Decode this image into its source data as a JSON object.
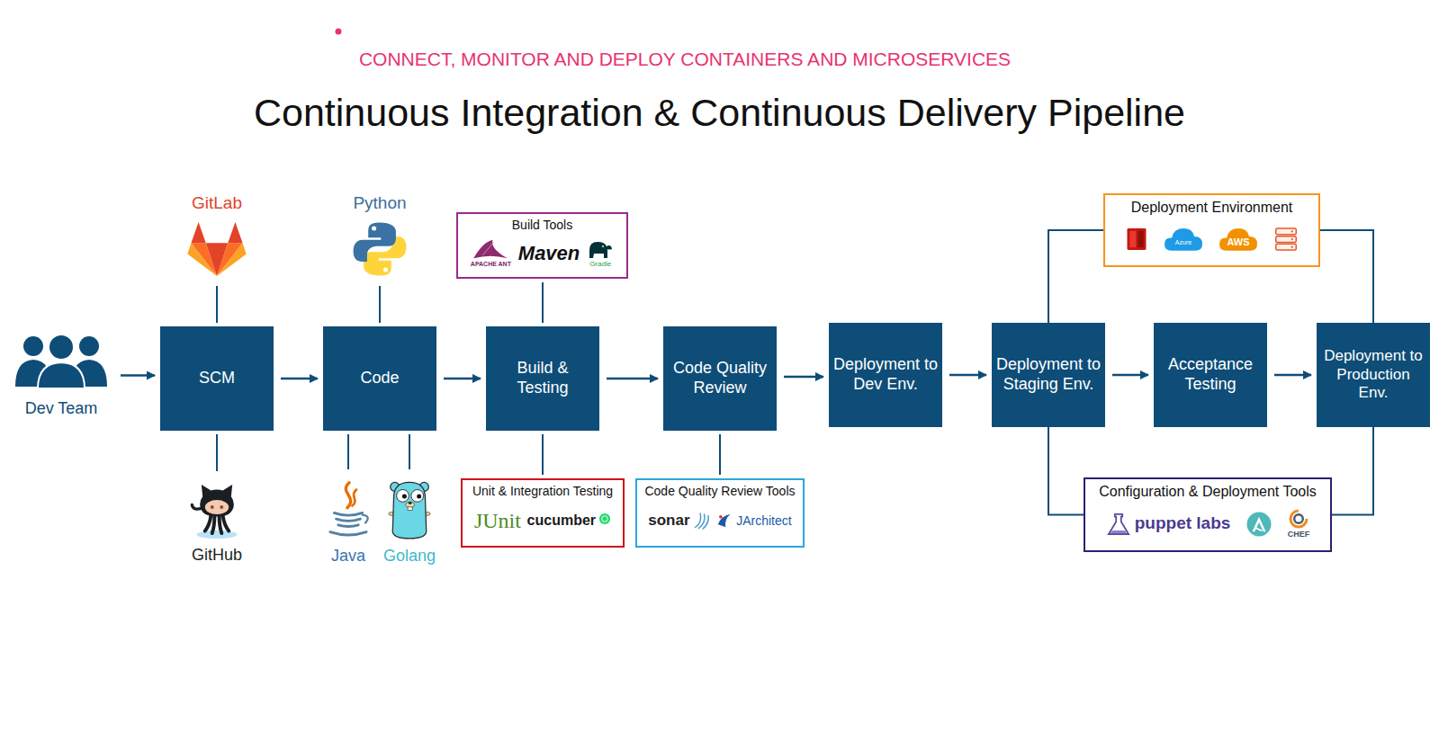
{
  "diagram": {
    "title": "Continuous Integration & Continuous Delivery Pipeline",
    "nodes": [
      {
        "text": [
          "Dev Team"
        ]
      },
      {
        "text": [
          "GitLab"
        ]
      },
      {
        "text": [
          "SCM"
        ]
      },
      {
        "text": [
          "GitHub"
        ]
      },
      {
        "text": [
          "Python"
        ]
      },
      {
        "text": [
          "Code"
        ]
      },
      {
        "text": [
          "Java"
        ]
      },
      {
        "text": [
          "Golang"
        ]
      },
      {
        "text": [
          "Build Tools",
          "APACHE ANT",
          "Maven",
          "Gradle"
        ]
      },
      {
        "text": [
          "Build & Testing"
        ]
      },
      {
        "text": [
          "Unit & Integration Testing",
          "JUnit",
          "cucumber"
        ]
      },
      {
        "text": [
          "Code Quality Review"
        ]
      },
      {
        "text": [
          "Code Quality Review Tools",
          "sonar",
          "JArchitect"
        ]
      },
      {
        "text": [
          "Deployment to Dev Env."
        ]
      },
      {
        "text": [
          "Deployment to Staging Env."
        ]
      },
      {
        "text": [
          "Deployment Environment",
          "Azure",
          "AWS"
        ]
      },
      {
        "text": [
          "Configuration & Deployment Tools",
          "puppet labs",
          "CHEF"
        ]
      },
      {
        "text": [
          "Acceptance Testing"
        ]
      },
      {
        "text": [
          "Deployment to Production Env."
        ]
      }
    ],
    "edges": [
      {
        "from": 0,
        "to": 2,
        "arrow": "to"
      },
      {
        "from": 2,
        "to": 5,
        "arrow": "to"
      },
      {
        "from": 5,
        "to": 9,
        "arrow": "to"
      },
      {
        "from": 9,
        "to": 11,
        "arrow": "to"
      },
      {
        "from": 11,
        "to": 13,
        "arrow": "to"
      },
      {
        "from": 13,
        "to": 14,
        "arrow": "to"
      },
      {
        "from": 14,
        "to": 17,
        "arrow": "to"
      },
      {
        "from": 17,
        "to": 18,
        "arrow": "to"
      },
      {
        "from": 2,
        "to": 1,
        "arrow": "none"
      },
      {
        "from": 2,
        "to": 3,
        "arrow": "none"
      },
      {
        "from": 5,
        "to": 4,
        "arrow": "none"
      },
      {
        "from": 5,
        "to": 6,
        "arrow": "none"
      },
      {
        "from": 5,
        "to": 7,
        "arrow": "none"
      },
      {
        "from": 9,
        "to": 8,
        "arrow": "none"
      },
      {
        "from": 9,
        "to": 10,
        "arrow": "none"
      },
      {
        "from": 11,
        "to": 12,
        "arrow": "none"
      },
      {
        "from": 14,
        "to": 15,
        "arrow": "none"
      },
      {
        "from": 15,
        "to": 18,
        "arrow": "none"
      },
      {
        "from": 14,
        "to": 16,
        "arrow": "none"
      },
      {
        "from": 16,
        "to": 18,
        "arrow": "none"
      }
    ],
    "labels": [
      "CONNECT, MONITOR AND DEPLOY CONTAINERS AND MICROSERVICES"
    ]
  }
}
